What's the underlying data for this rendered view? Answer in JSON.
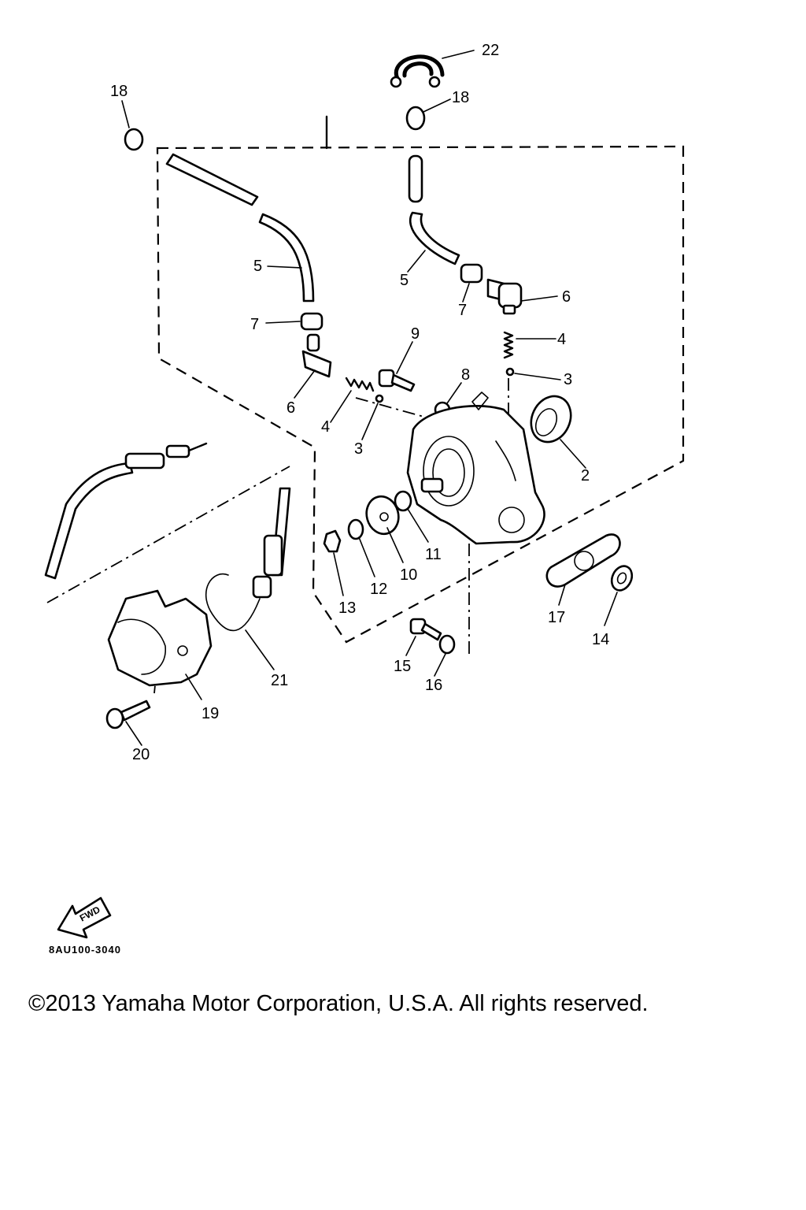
{
  "diagram": {
    "callouts": {
      "c2": "2",
      "c3a": "3",
      "c3b": "3",
      "c4a": "4",
      "c4b": "4",
      "c5a": "5",
      "c5b": "5",
      "c6a": "6",
      "c6b": "6",
      "c7a": "7",
      "c7b": "7",
      "c8": "8",
      "c9": "9",
      "c10": "10",
      "c11": "11",
      "c12": "12",
      "c13": "13",
      "c14": "14",
      "c15": "15",
      "c16": "16",
      "c17": "17",
      "c18a": "18",
      "c18b": "18",
      "c19": "19",
      "c20": "20",
      "c21": "21",
      "c22": "22"
    },
    "fwd_label": "FWD",
    "reference_code": "8AU100-3040"
  },
  "footer": {
    "copyright": "©2013 Yamaha Motor Corporation, U.S.A. All rights reserved."
  }
}
